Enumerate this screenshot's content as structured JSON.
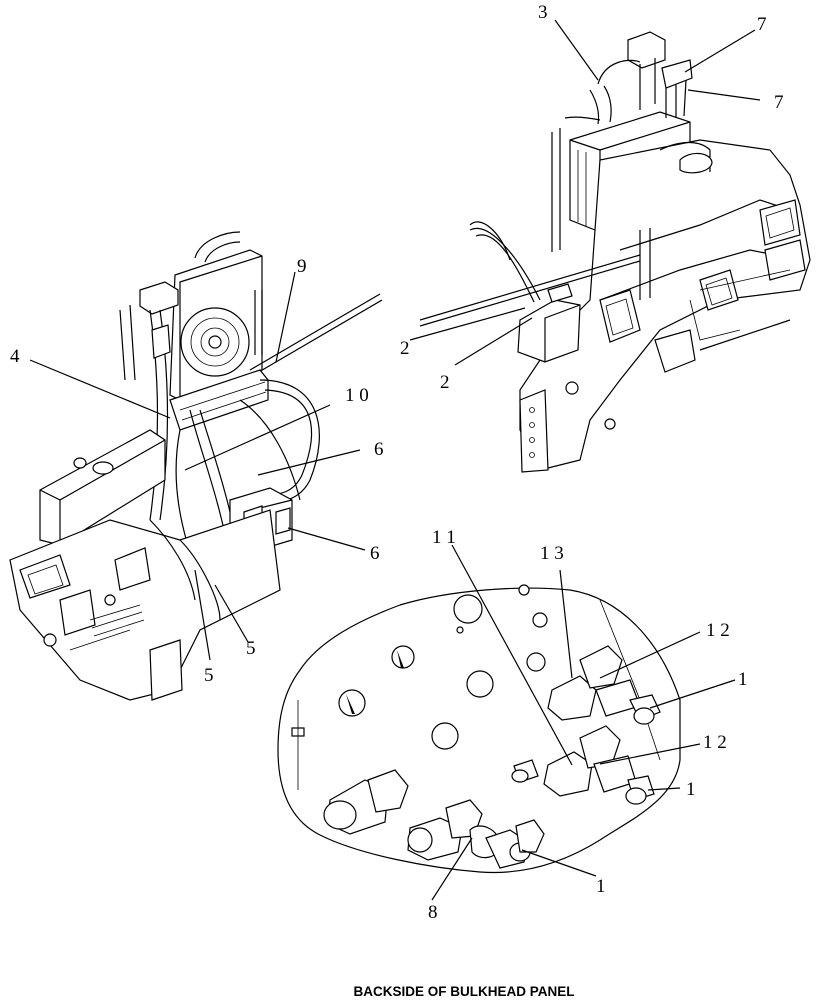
{
  "callouts": {
    "c3": "3",
    "c7a": "7",
    "c7b": "7",
    "c9": "9",
    "c4": "4",
    "c10": "1 0",
    "c2a": "2",
    "c2b": "2",
    "c6a": "6",
    "c6b": "6",
    "c5a": "5",
    "c5b": "5",
    "c11": "1 1",
    "c13": "1 3",
    "c12a": "1 2",
    "c12b": "1 2",
    "c1a": "1",
    "c1b": "1",
    "c1c": "1",
    "c8": "8"
  },
  "caption": "BACKSIDE OF BULKHEAD PANEL"
}
